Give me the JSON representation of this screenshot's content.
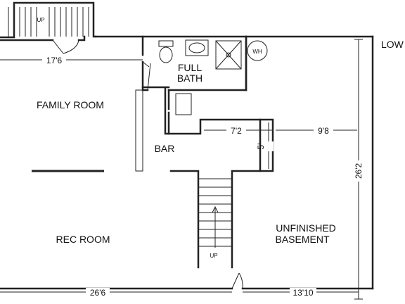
{
  "title_partial": "LOW",
  "rooms": {
    "family_room": "FAMILY ROOM",
    "rec_room": "REC ROOM",
    "bar": "BAR",
    "full_bath_line1": "FULL",
    "full_bath_line2": "BATH",
    "unfinished_line1": "UNFINISHED",
    "unfinished_line2": "BASEMENT",
    "water_heater": "WH"
  },
  "dimensions": {
    "top_left_width": "17'6",
    "bottom_left_width": "26'6",
    "bottom_right_width": "13'10",
    "right_height": "26'2",
    "bar_run": "7'2",
    "right_run": "9'8",
    "short_depth": "5'"
  },
  "stairs": {
    "top_left_label": "UP",
    "center_label": "UP"
  },
  "colors": {
    "wall": "#222222",
    "background": "#ffffff",
    "text": "#111111"
  }
}
